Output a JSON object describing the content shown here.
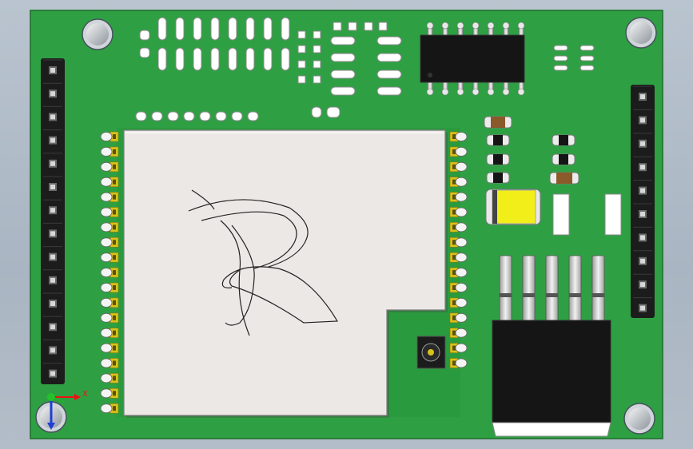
{
  "scene": {
    "background_color": "#aeb9c5",
    "board_color": "#2ea043",
    "board_edge_color": "#1b6e28",
    "module_color": "#ece8e5",
    "header_color": "#1c1c1c",
    "pad_gold": "#d9c21a",
    "cap_yellow": "#f2ee1a"
  },
  "triad": {
    "x_label": "X",
    "icons": [
      "x-axis-arrow-icon",
      "y-axis-arrow-icon",
      "z-axis-arrow-icon"
    ]
  },
  "components": {
    "left_header_pins": 14,
    "right_header_pins": 10,
    "module_left_pins": 19,
    "module_right_pins": 16,
    "ic_pins_per_side": 7,
    "regulator_leads": 5
  }
}
